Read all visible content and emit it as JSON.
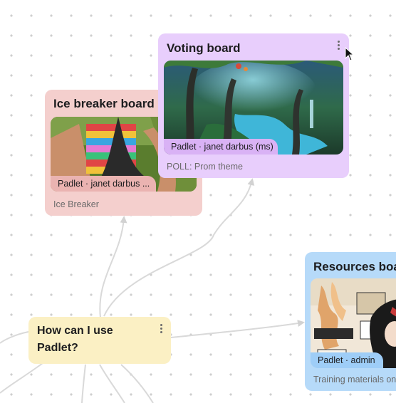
{
  "cards": {
    "voting": {
      "title": "Voting board",
      "chip": "Padlet · janet darbus (ms)",
      "subtitle": "POLL: Prom theme",
      "color": "#e8cefc",
      "chip_color": "#d9b2f5"
    },
    "icebreaker": {
      "title": "Ice breaker board",
      "chip": "Padlet · janet darbus ...",
      "subtitle": "Ice Breaker",
      "color": "#f4cfcd",
      "chip_color": "#eab3b1"
    },
    "how": {
      "title": "How can I use Padlet?",
      "title_line1": "How can I use",
      "title_line2": "Padlet?",
      "color": "#fbf0c4"
    },
    "resources": {
      "title": "Resources boa",
      "chip": "Padlet · admin",
      "subtitle": "Training materials on",
      "color": "#b6daf9",
      "chip_color": "#9ecdf7"
    }
  },
  "icons": {
    "menu": "kebab-menu-icon",
    "cursor": "mouse-pointer-icon"
  }
}
